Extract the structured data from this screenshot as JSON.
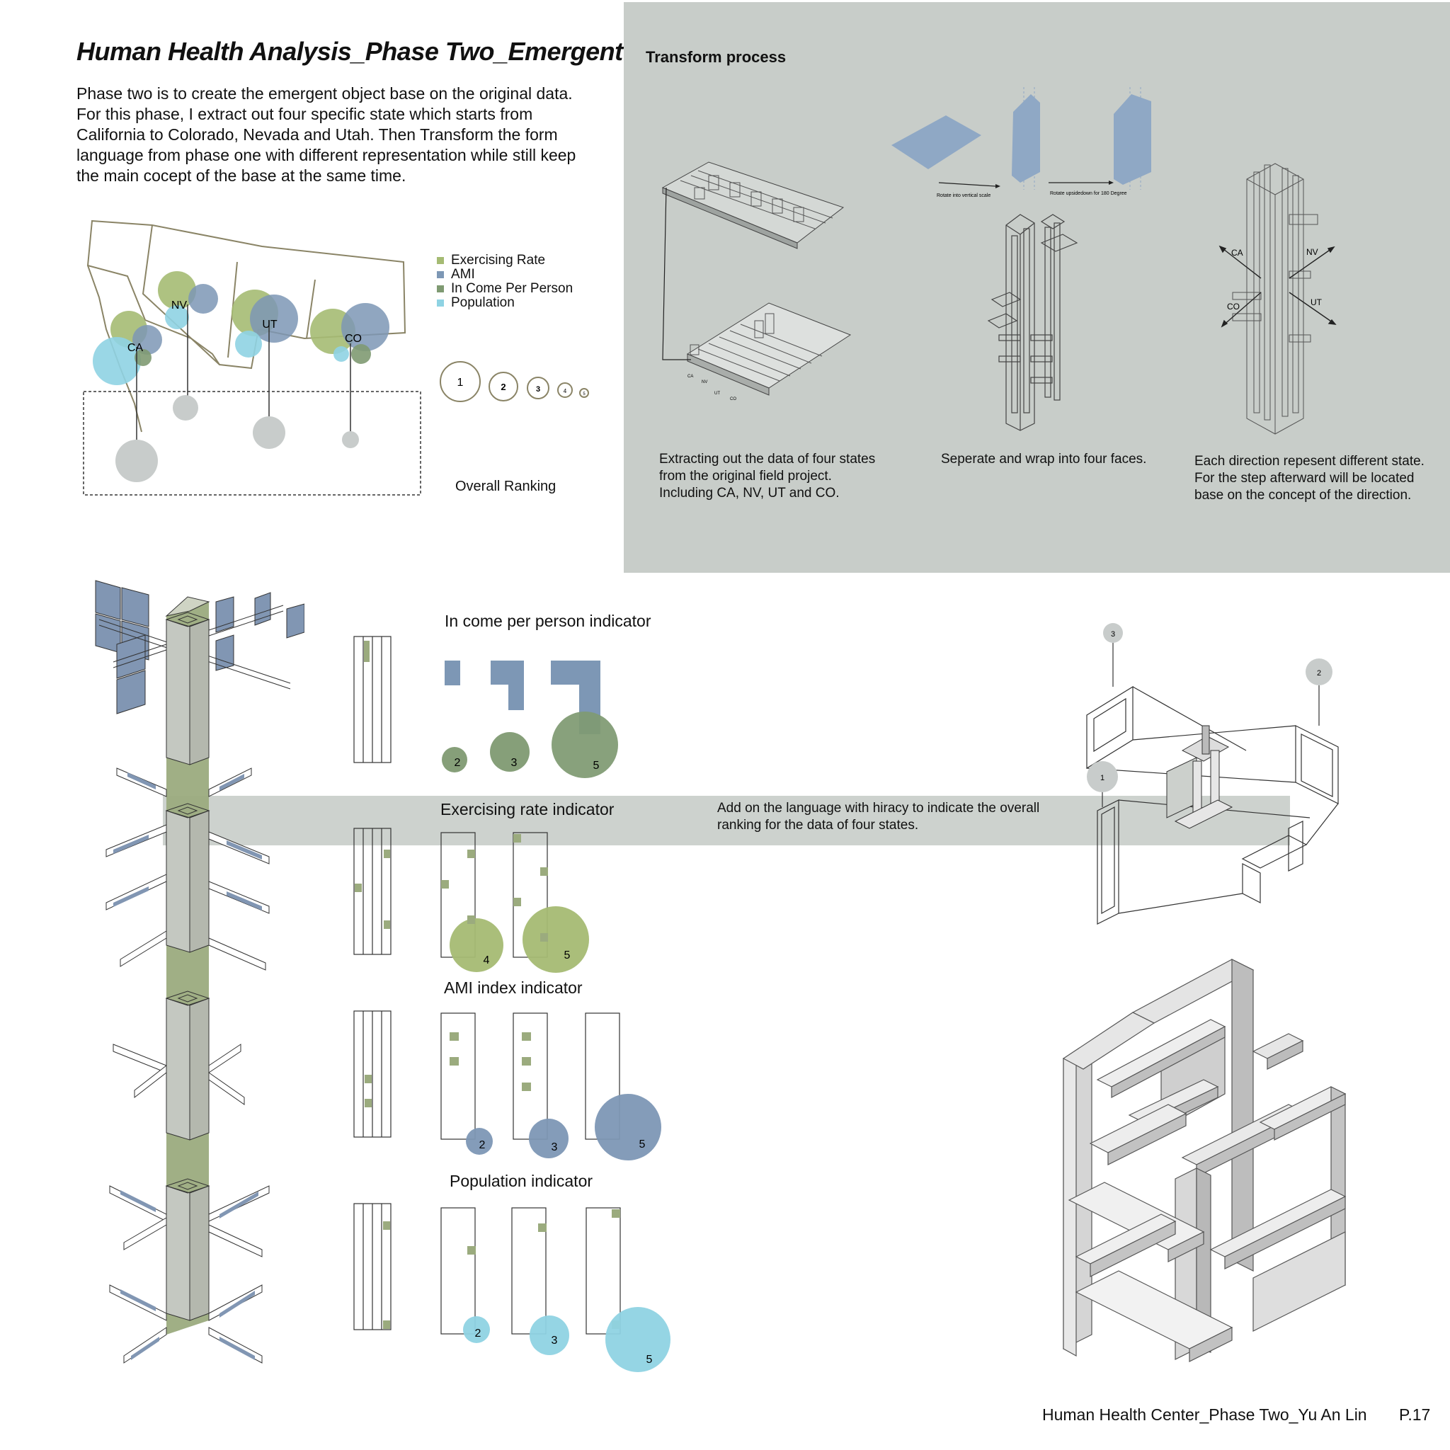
{
  "title": "Human Health Analysis_Phase Two_Emergent",
  "intro": "Phase two is to create the emergent object base on the original data. For this phase, I extract out four specific state which starts from California to Colorado, Nevada and Utah. Then Transform the form language from phase one with different representation while still keep the main cocept of the base at the same time.",
  "map": {
    "state_labels": [
      "NV",
      "UT",
      "CA",
      "CO"
    ]
  },
  "legend": {
    "items": [
      {
        "label": "Exercising Rate",
        "color": "#a5bb73"
      },
      {
        "label": "AMI",
        "color": "#7d97b5"
      },
      {
        "label": "In Come Per Person",
        "color": "#7f9a72"
      },
      {
        "label": "Population",
        "color": "#8fd3e3"
      }
    ]
  },
  "ranking": {
    "numbers": [
      "1",
      "2",
      "3",
      "4",
      "5"
    ],
    "caption": "Overall Ranking"
  },
  "transform": {
    "title": "Transform process",
    "arrow_label_1": "Rotate into vertical scale",
    "arrow_label_2": "Rotate upsidedown for 180 Degree",
    "mini_labels": [
      "CA",
      "NV",
      "UT",
      "CO"
    ],
    "direction_labels": [
      "CA",
      "NV",
      "CO",
      "UT"
    ],
    "caption_1": "Extracting out the data of four states from the original field project. Including CA, NV, UT and CO.",
    "caption_2": "Seperate and wrap into four faces.",
    "caption_3": "Each direction repesent different state. For the step afterward will be located base on the concept of the direction."
  },
  "indicators": {
    "income": {
      "title": "In come per person indicator",
      "ranks": [
        "2",
        "3",
        "5"
      ]
    },
    "exercise": {
      "title": "Exercising rate indicator",
      "ranks": [
        "4",
        "5"
      ]
    },
    "ami": {
      "title": "AMI index indicator",
      "ranks": [
        "2",
        "3",
        "5"
      ]
    },
    "population": {
      "title": "Population indicator",
      "ranks": [
        "2",
        "3",
        "5"
      ]
    }
  },
  "band_text": "Add on the language with hiracy to indicate the overall ranking for the data of four states.",
  "exploded_labels": [
    "3",
    "2",
    "1"
  ],
  "footer": {
    "title": "Human Health Center_Phase Two_Yu An Lin",
    "page": "P.17"
  },
  "colors": {
    "exercise": "#a5bb73",
    "ami": "#7d97b5",
    "income": "#7f9a72",
    "population": "#8fd3e3",
    "panel": "#c8cdc9",
    "tower": "#9bab7e"
  }
}
